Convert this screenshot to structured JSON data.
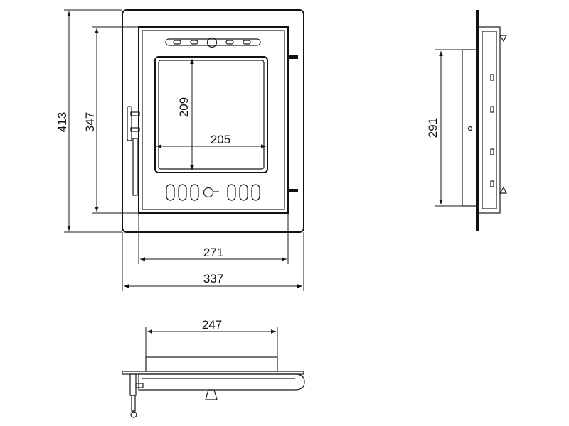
{
  "dimensions": {
    "outer_height": "413",
    "inner_height": "347",
    "glass_height": "209",
    "glass_width": "205",
    "inner_width": "271",
    "outer_width": "337",
    "side_depth": "291",
    "top_depth": "247"
  },
  "colors": {
    "line": "#1a1a1a",
    "background": "#ffffff"
  }
}
